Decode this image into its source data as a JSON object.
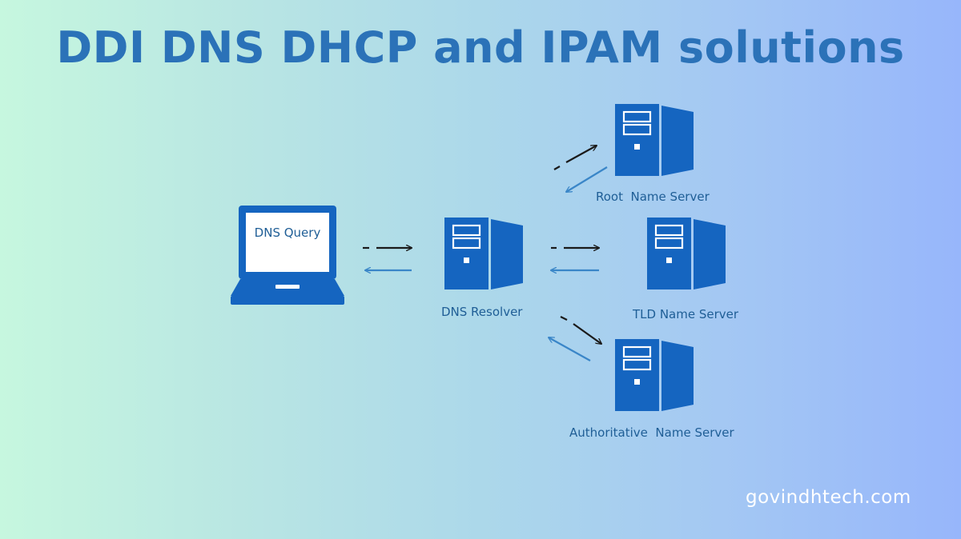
{
  "title": "DDI DNS DHCP and IPAM solutions",
  "colors": {
    "accent": "#2b72b8",
    "icon": "#1565c0",
    "arrow_dark": "#1a1a1a",
    "arrow_blue": "#3a86c8"
  },
  "laptop": {
    "screen_text": "DNS Query",
    "icon": "laptop-icon"
  },
  "nodes": {
    "resolver": "DNS Resolver",
    "root": "Root  Name Server",
    "tld": "TLD Name Server",
    "authoritative": "Authoritative  Name Server"
  },
  "watermark": "govindhtech.com"
}
